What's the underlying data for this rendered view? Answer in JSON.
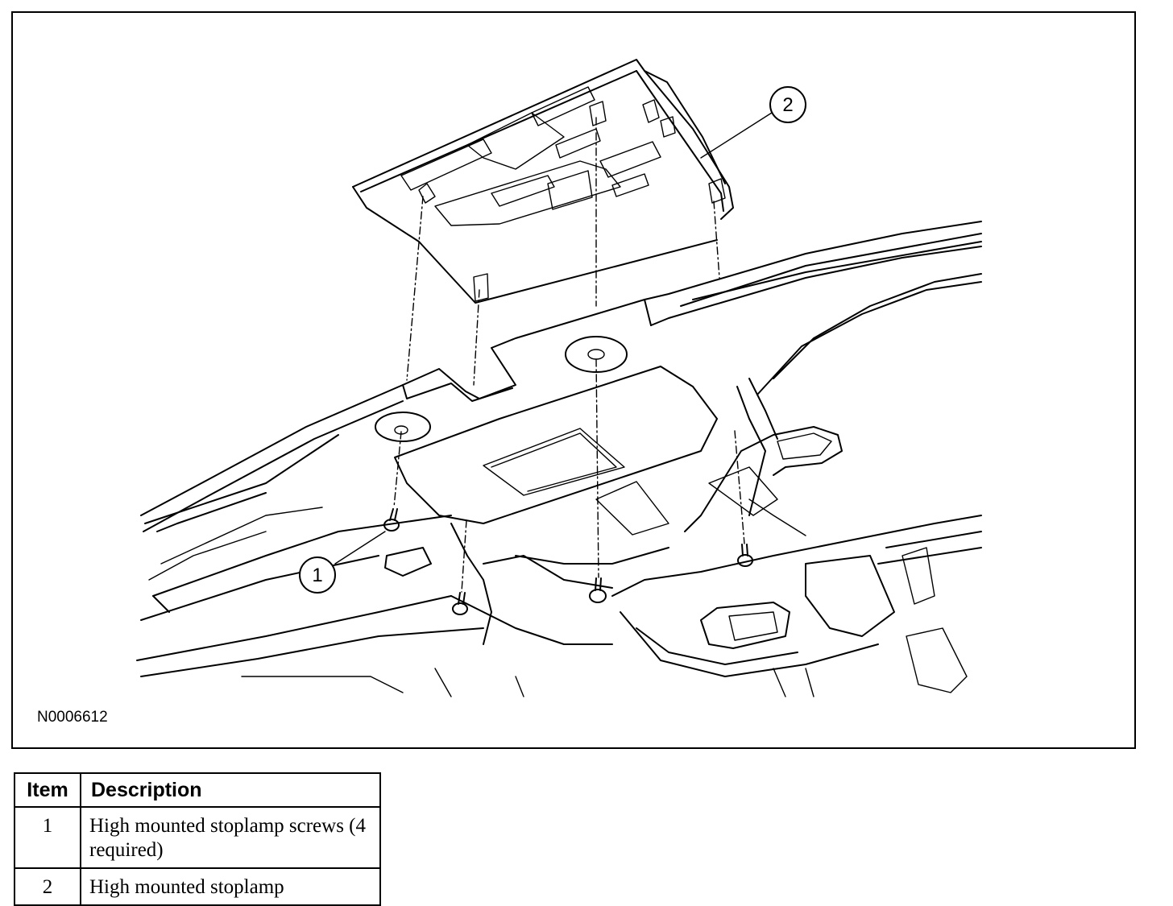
{
  "figure": {
    "id": "N0006612",
    "callouts": [
      {
        "number": "1"
      },
      {
        "number": "2"
      }
    ]
  },
  "legend": {
    "headers": {
      "item": "Item",
      "description": "Description"
    },
    "rows": [
      {
        "item": "1",
        "description": "High mounted stoplamp screws (4 required)"
      },
      {
        "item": "2",
        "description": "High mounted stoplamp"
      }
    ]
  }
}
